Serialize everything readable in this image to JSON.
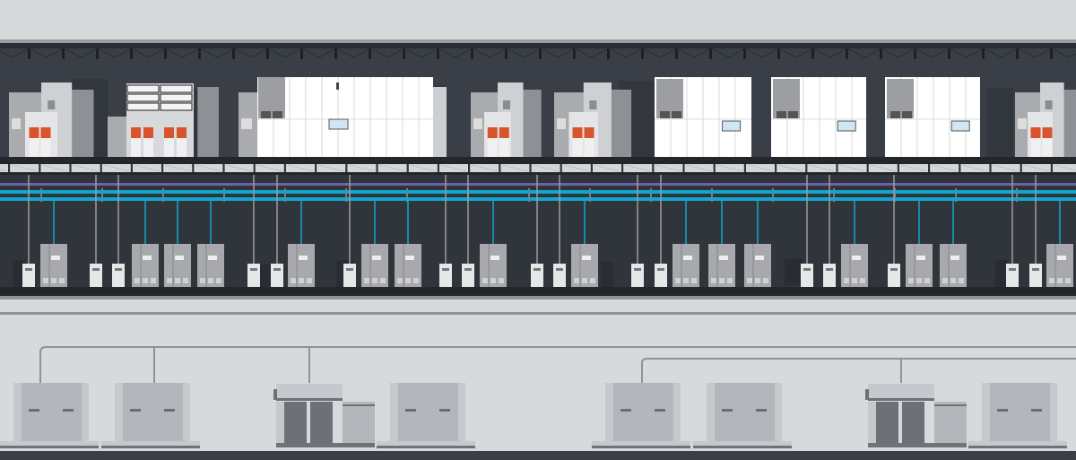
{
  "colors": {
    "background": "#d8d9db",
    "fab_dark": "#3a3f47",
    "fab_lower": "#30343b",
    "floor": "#23262b",
    "tile": "#d4d6d9",
    "tool_white": "#ffffff",
    "tool_gray": "#a9abaf",
    "tool_light": "#cfd0d3",
    "port_orange": "#d9532b",
    "pipe_purple": "#6f62ad",
    "pipe_cyan": "#12a6cc",
    "drop_gray": "#9a9da2",
    "subfab_unit": "#b3b7bc",
    "subfab_dark": "#6d7177",
    "window_blue": "#cfe6f5"
  },
  "top_tools": [
    "process-tool",
    "stocker-tool",
    "lithography-tool",
    "process-tool",
    "process-tool",
    "cleanroom-tool",
    "cleanroom-tool",
    "cleanroom-tool",
    "process-tool"
  ],
  "subfab_units": [
    "chiller",
    "chiller",
    "pump-module",
    "chiller",
    "chiller",
    "chiller",
    "pump-module",
    "chiller"
  ]
}
